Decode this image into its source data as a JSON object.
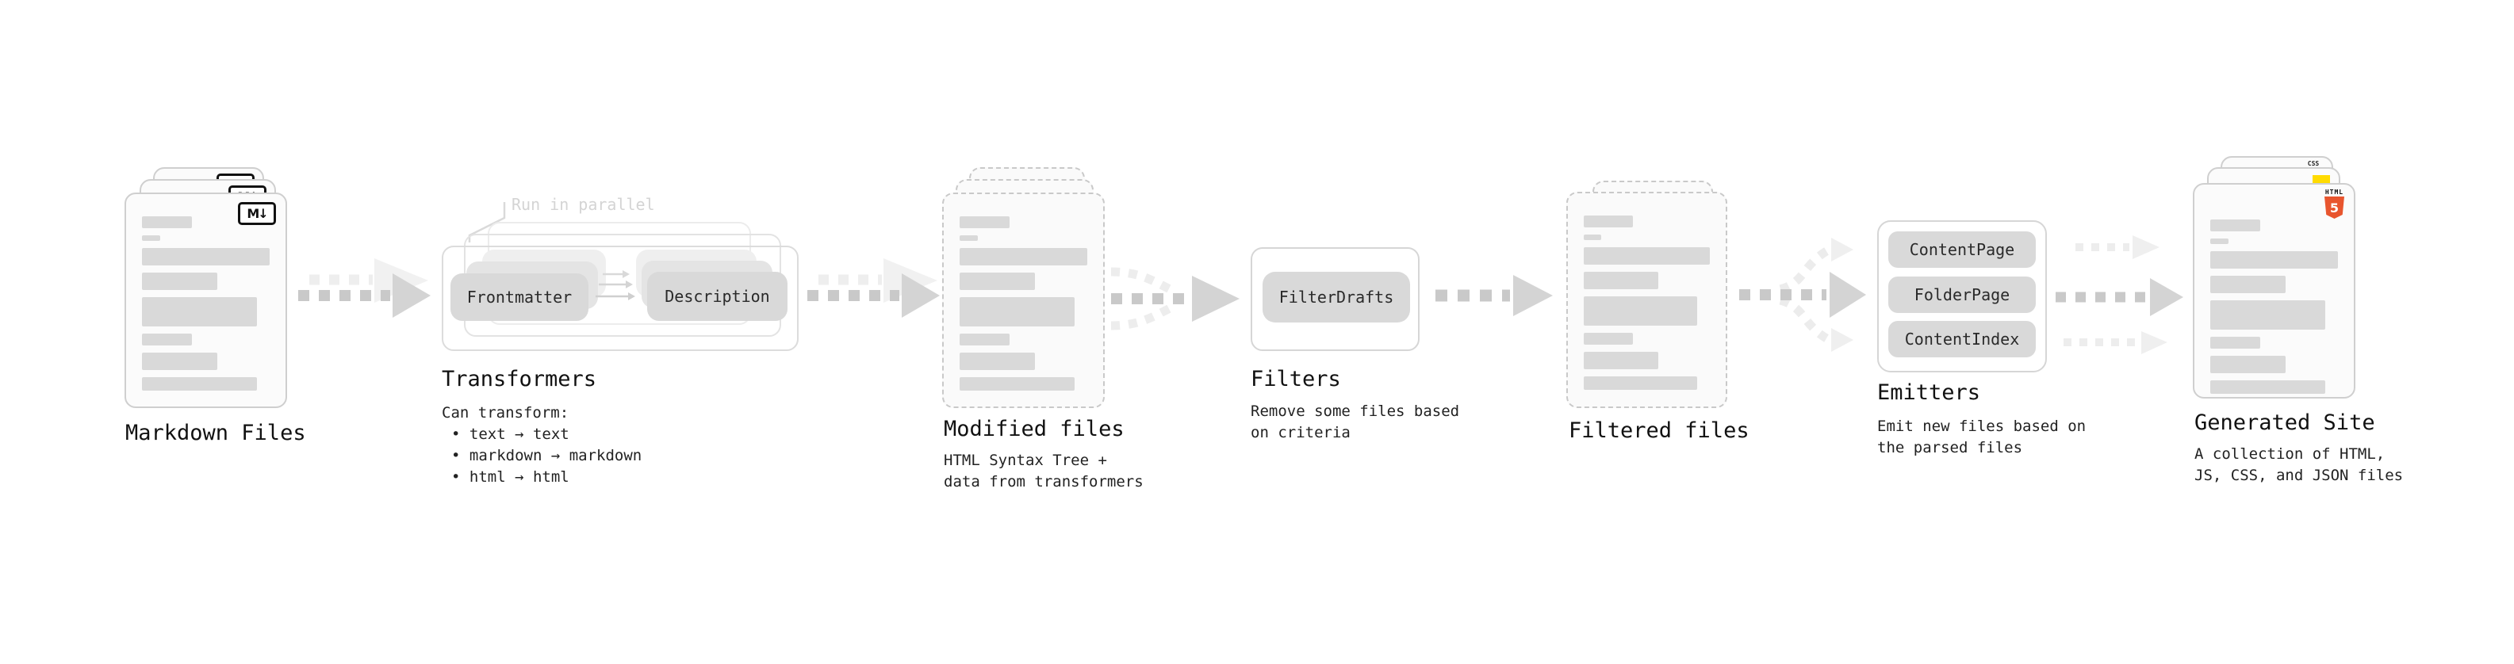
{
  "diagram": {
    "markdown": {
      "label": "Markdown Files",
      "badge": "M↓"
    },
    "transformers": {
      "label": "Transformers",
      "note": "Run in parallel",
      "pills": [
        "Frontmatter",
        "Description"
      ],
      "desc_title": "Can transform:",
      "bullets": [
        "• text → text",
        "• markdown → markdown",
        "• html → html"
      ]
    },
    "modified": {
      "label": "Modified files",
      "desc": "HTML Syntax Tree +\ndata from transformers"
    },
    "filters": {
      "label": "Filters",
      "pill": "FilterDrafts",
      "desc": "Remove some files based\non criteria"
    },
    "filtered": {
      "label": "Filtered files"
    },
    "emitters": {
      "label": "Emitters",
      "pills": [
        "ContentPage",
        "FolderPage",
        "ContentIndex"
      ],
      "desc": "Emit new files based on\nthe parsed files"
    },
    "generated": {
      "label": "Generated Site",
      "desc": "A collection of HTML,\nJS, CSS, and JSON files",
      "badge_css": "CSS",
      "badge_html_label": "HTML",
      "badge_html_number": "5"
    }
  },
  "colors": {
    "background": "#ffffff",
    "doc_border": "#cfcfcf",
    "doc_fill": "#fbfbfb",
    "content_bar": "#d9d9d9",
    "pill_bg": "#d9d9d9",
    "arrow_dark": "#c9c9c9",
    "arrow_dark_head": "#d4d4d4",
    "arrow_light": "#ededed",
    "note_gray": "#d4d4d4",
    "html5_orange": "#e8552e",
    "js_yellow": "#ffdb00",
    "css_blue": "#2965f1"
  }
}
